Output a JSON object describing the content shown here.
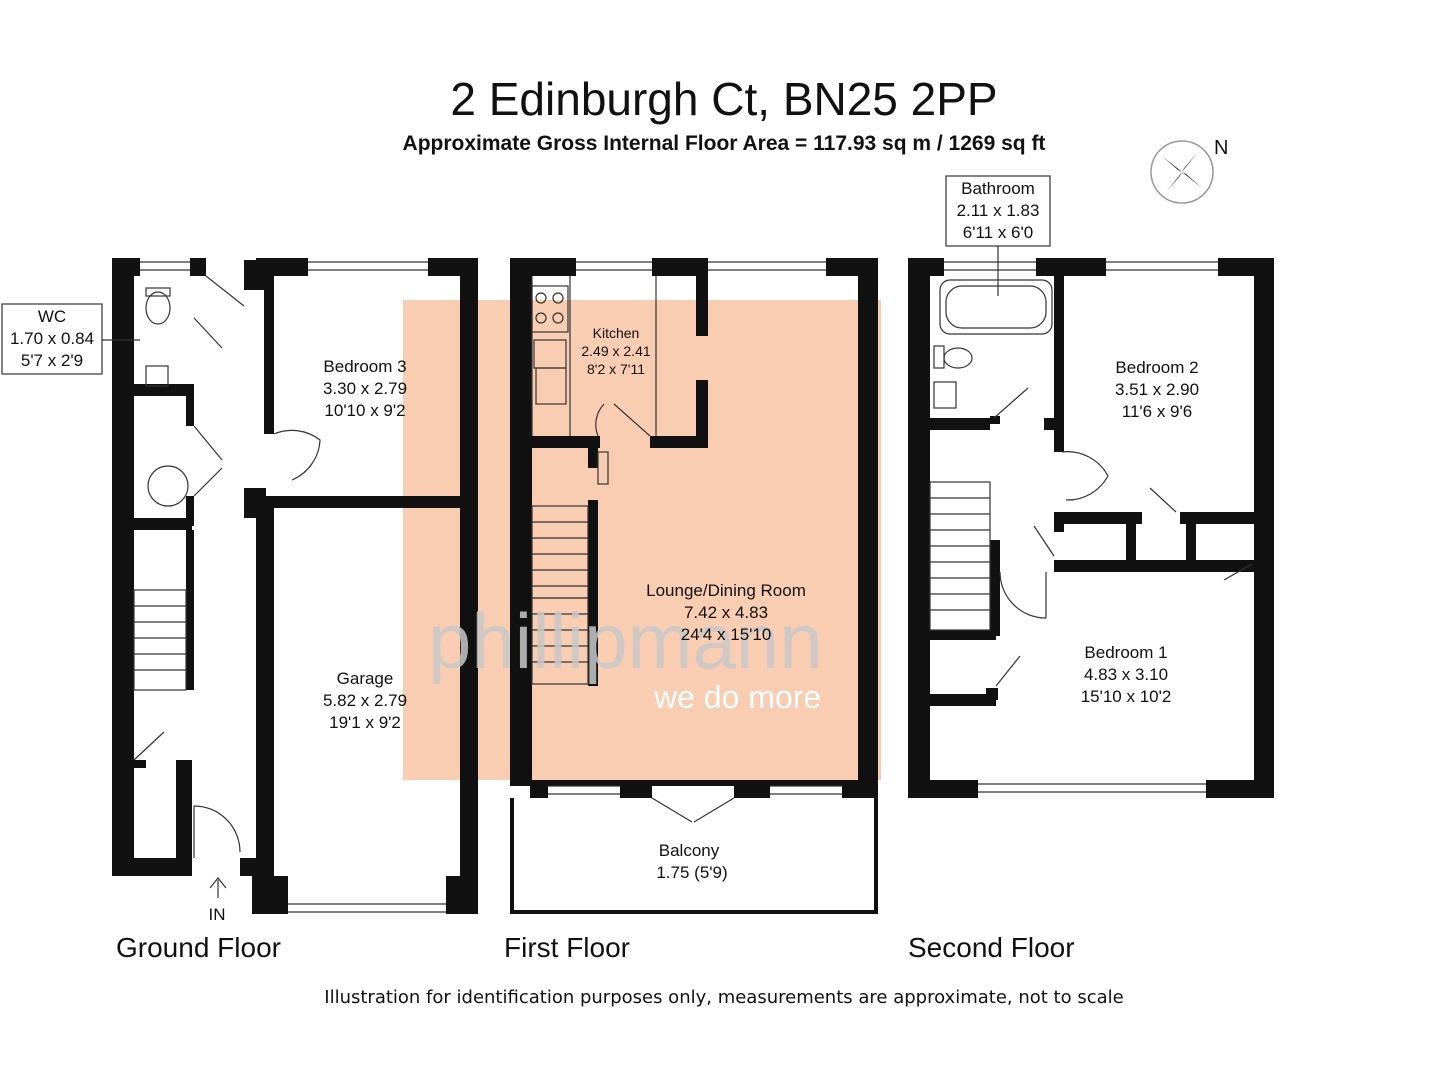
{
  "title": "2 Edinburgh Ct, BN25 2PP",
  "subtitle": "Approximate Gross Internal Floor Area = 117.93 sq m / 1269 sq ft",
  "compass": {
    "label": "N",
    "icon": "compass-icon"
  },
  "floors": [
    {
      "name": "Ground Floor"
    },
    {
      "name": "First Floor"
    },
    {
      "name": "Second Floor"
    }
  ],
  "rooms": {
    "wc": {
      "name": "WC",
      "metric": "1.70 x 0.84",
      "imperial": "5'7 x 2'9"
    },
    "bedroom3": {
      "name": "Bedroom 3",
      "metric": "3.30 x 2.79",
      "imperial": "10'10 x 9'2"
    },
    "garage": {
      "name": "Garage",
      "metric": "5.82 x 2.79",
      "imperial": "19'1 x 9'2"
    },
    "kitchen": {
      "name": "Kitchen",
      "metric": "2.49 x 2.41",
      "imperial": "8'2 x 7'11"
    },
    "lounge": {
      "name": "Lounge/Dining Room",
      "metric": "7.42 x 4.83",
      "imperial": "24'4 x 15'10"
    },
    "balcony": {
      "name": "Balcony",
      "metric": "1.75 (5'9)"
    },
    "bathroom": {
      "name": "Bathroom",
      "metric": "2.11 x 1.83",
      "imperial": "6'11 x 6'0"
    },
    "bedroom2": {
      "name": "Bedroom 2",
      "metric": "3.51 x 2.90",
      "imperial": "11'6 x 9'6"
    },
    "bedroom1": {
      "name": "Bedroom 1",
      "metric": "4.83 x 3.10",
      "imperial": "15'10 x 10'2"
    }
  },
  "entrance_label": "IN",
  "watermark": {
    "brand": "phillipmann",
    "tagline": "we do more"
  },
  "footnote": "Illustration for identification purposes only, measurements are approximate, not to scale",
  "colors": {
    "wall": "#111111",
    "watermark_fill": "#f7c4a4",
    "watermark_text": "#c8c8c8",
    "background": "#ffffff"
  }
}
